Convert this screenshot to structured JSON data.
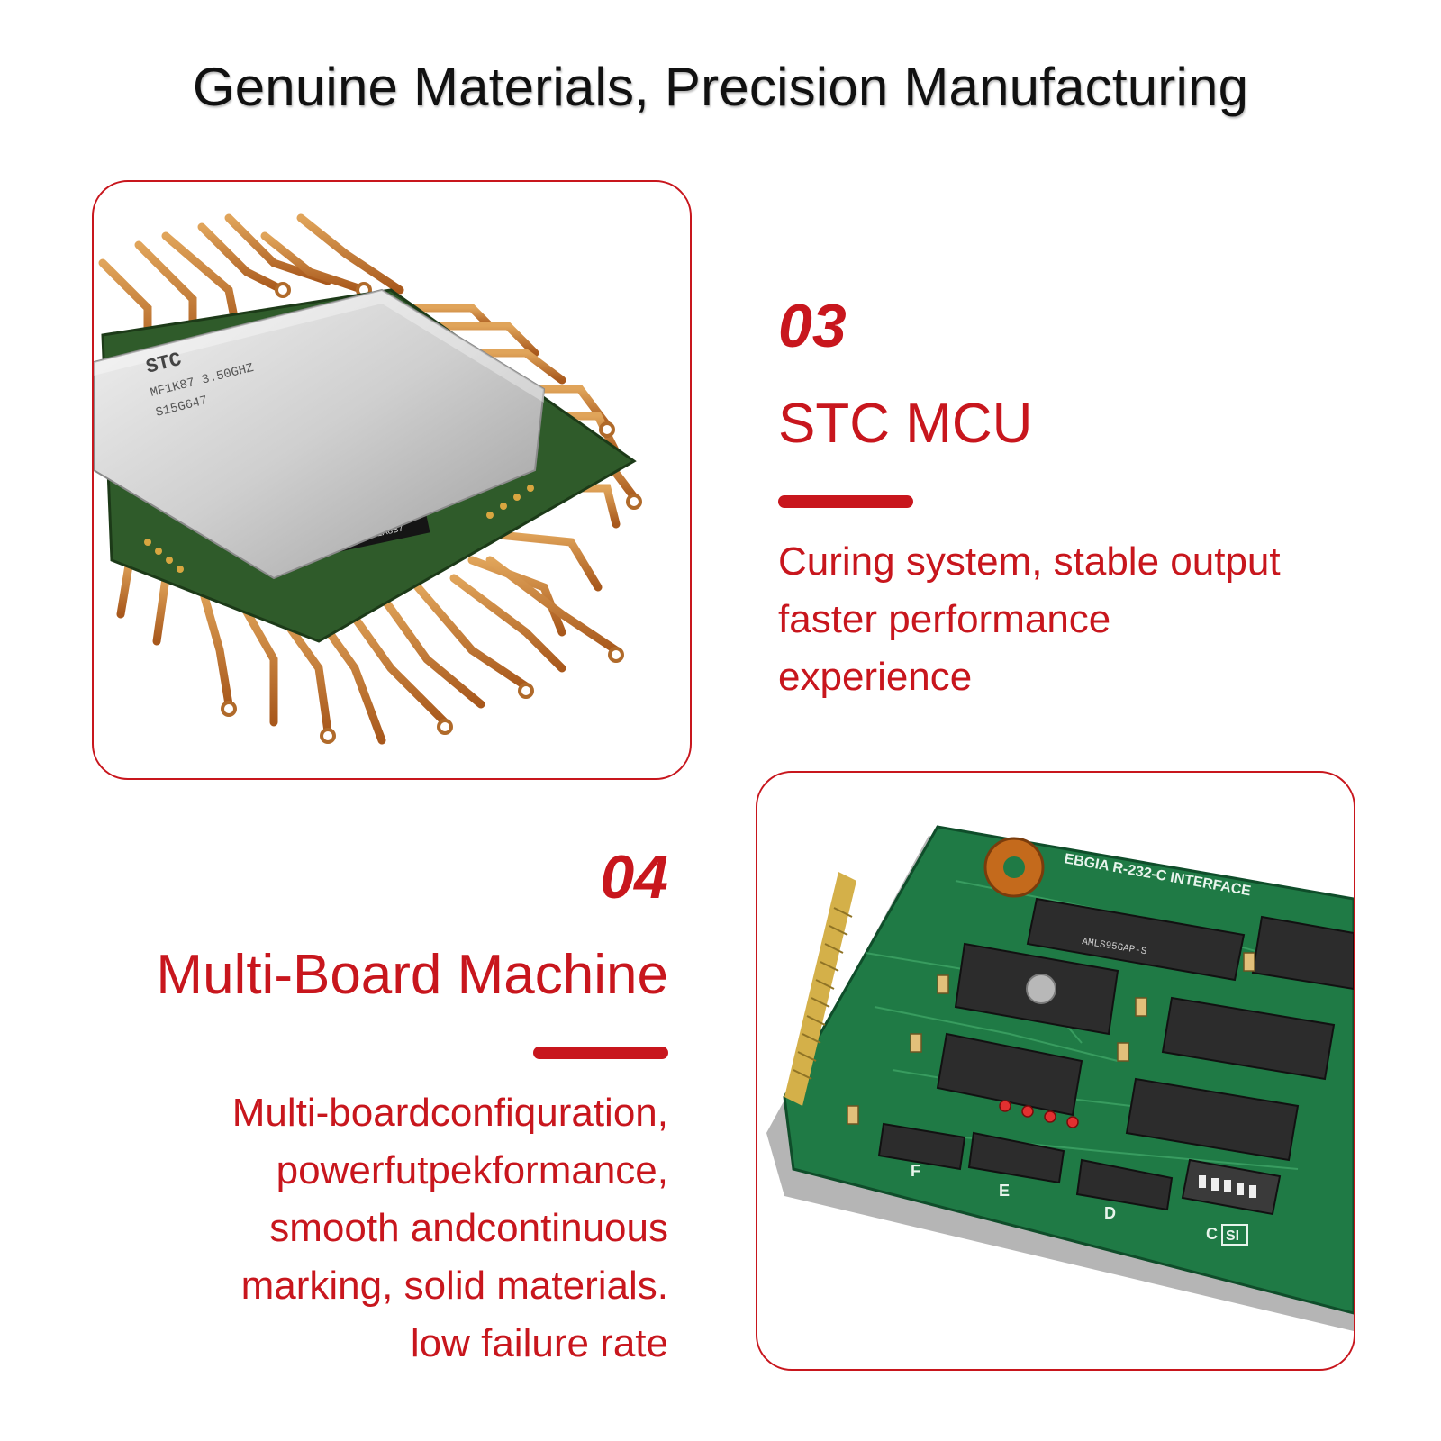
{
  "page": {
    "title": "Genuine Materials, Precision Manufacturing",
    "accent_color": "#c8161d"
  },
  "chip_photo": {
    "label_brand": "STC",
    "label_model": "MF1K87 3.50GHZ",
    "label_serial": "S15G647",
    "label_sticker": "ZYSR8G1A8B7"
  },
  "feature_03": {
    "number": "03",
    "title": "STC MCU",
    "description_lines": [
      "Curing system, stable output",
      "faster performance",
      "experience"
    ]
  },
  "feature_04": {
    "number": "04",
    "title": "Multi-Board Machine",
    "description_lines": [
      "Multi-boardconfiquration,",
      "powerfutpekformance,",
      "smooth andcontinuous",
      "marking, solid materials.",
      "low failure rate"
    ]
  },
  "board_photo": {
    "silkscreen_label": "EBGIA R-232-C INTERFACE",
    "chip_label": "AMLS95GAP-S",
    "row_labels": [
      "F",
      "E",
      "D",
      "C"
    ],
    "corner_label": "SI"
  }
}
